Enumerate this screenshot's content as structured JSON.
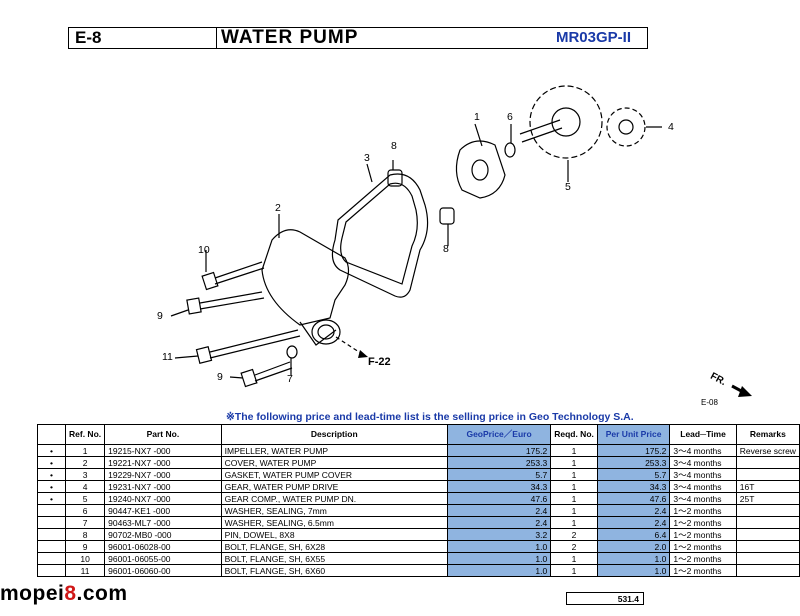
{
  "header": {
    "code": "E-8",
    "title": "WATER PUMP",
    "model": "MR03GP-II"
  },
  "diagram": {
    "callouts": [
      "1",
      "2",
      "3",
      "4",
      "5",
      "6",
      "7",
      "8",
      "8",
      "9",
      "9",
      "10",
      "11"
    ],
    "ref_label": "F-22",
    "fr_label": "FR.",
    "page_ref": "E-08"
  },
  "note": "※The following price and lead-time list is the selling price in Geo Technology S.A.",
  "table": {
    "headers": [
      "",
      "Ref. No.",
      "Part No.",
      "Description",
      "GeoPrice／Euro",
      "Reqd. No.",
      "Per Unit Price",
      "Lead─Time",
      "Remarks"
    ],
    "rows": [
      [
        "•",
        "1",
        "19215-NX7 -000",
        "IMPELLER, WATER PUMP",
        "175.2",
        "1",
        "175.2",
        "3〜4 months",
        "Reverse screw"
      ],
      [
        "•",
        "2",
        "19221-NX7 -000",
        "COVER, WATER PUMP",
        "253.3",
        "1",
        "253.3",
        "3〜4 months",
        ""
      ],
      [
        "•",
        "3",
        "19229-NX7 -000",
        "GASKET, WATER PUMP COVER",
        "5.7",
        "1",
        "5.7",
        "3〜4 months",
        ""
      ],
      [
        "•",
        "4",
        "19231-NX7 -000",
        "GEAR, WATER PUMP DRIVE",
        "34.3",
        "1",
        "34.3",
        "3〜4 months",
        "16T"
      ],
      [
        "•",
        "5",
        "19240-NX7 -000",
        "GEAR COMP., WATER PUMP DN.",
        "47.6",
        "1",
        "47.6",
        "3〜4 months",
        "25T"
      ],
      [
        "",
        "6",
        "90447-KE1 -000",
        "WASHER, SEALING, 7mm",
        "2.4",
        "1",
        "2.4",
        "1〜2 months",
        ""
      ],
      [
        "",
        "7",
        "90463-ML7 -000",
        "WASHER, SEALING, 6.5mm",
        "2.4",
        "1",
        "2.4",
        "1〜2 months",
        ""
      ],
      [
        "",
        "8",
        "90702-MB0 -000",
        "PIN, DOWEL, 8X8",
        "3.2",
        "2",
        "6.4",
        "1〜2 months",
        ""
      ],
      [
        "",
        "9",
        "96001-06028-00",
        "BOLT, FLANGE, SH, 6X28",
        "1.0",
        "2",
        "2.0",
        "1〜2 months",
        ""
      ],
      [
        "",
        "10",
        "96001-06055-00",
        "BOLT, FLANGE, SH, 6X55",
        "1.0",
        "1",
        "1.0",
        "1〜2 months",
        ""
      ],
      [
        "",
        "11",
        "96001-06060-00",
        "BOLT, FLANGE, SH, 6X60",
        "1.0",
        "1",
        "1.0",
        "1〜2 months",
        ""
      ]
    ],
    "total": "531.4"
  },
  "watermark": {
    "part1": "mopei",
    "part2": "8",
    "part3": ".com"
  },
  "colors": {
    "highlight": "#8fb4e0",
    "blue_text": "#1a3aa8",
    "watermark_accent": "#d01818"
  }
}
